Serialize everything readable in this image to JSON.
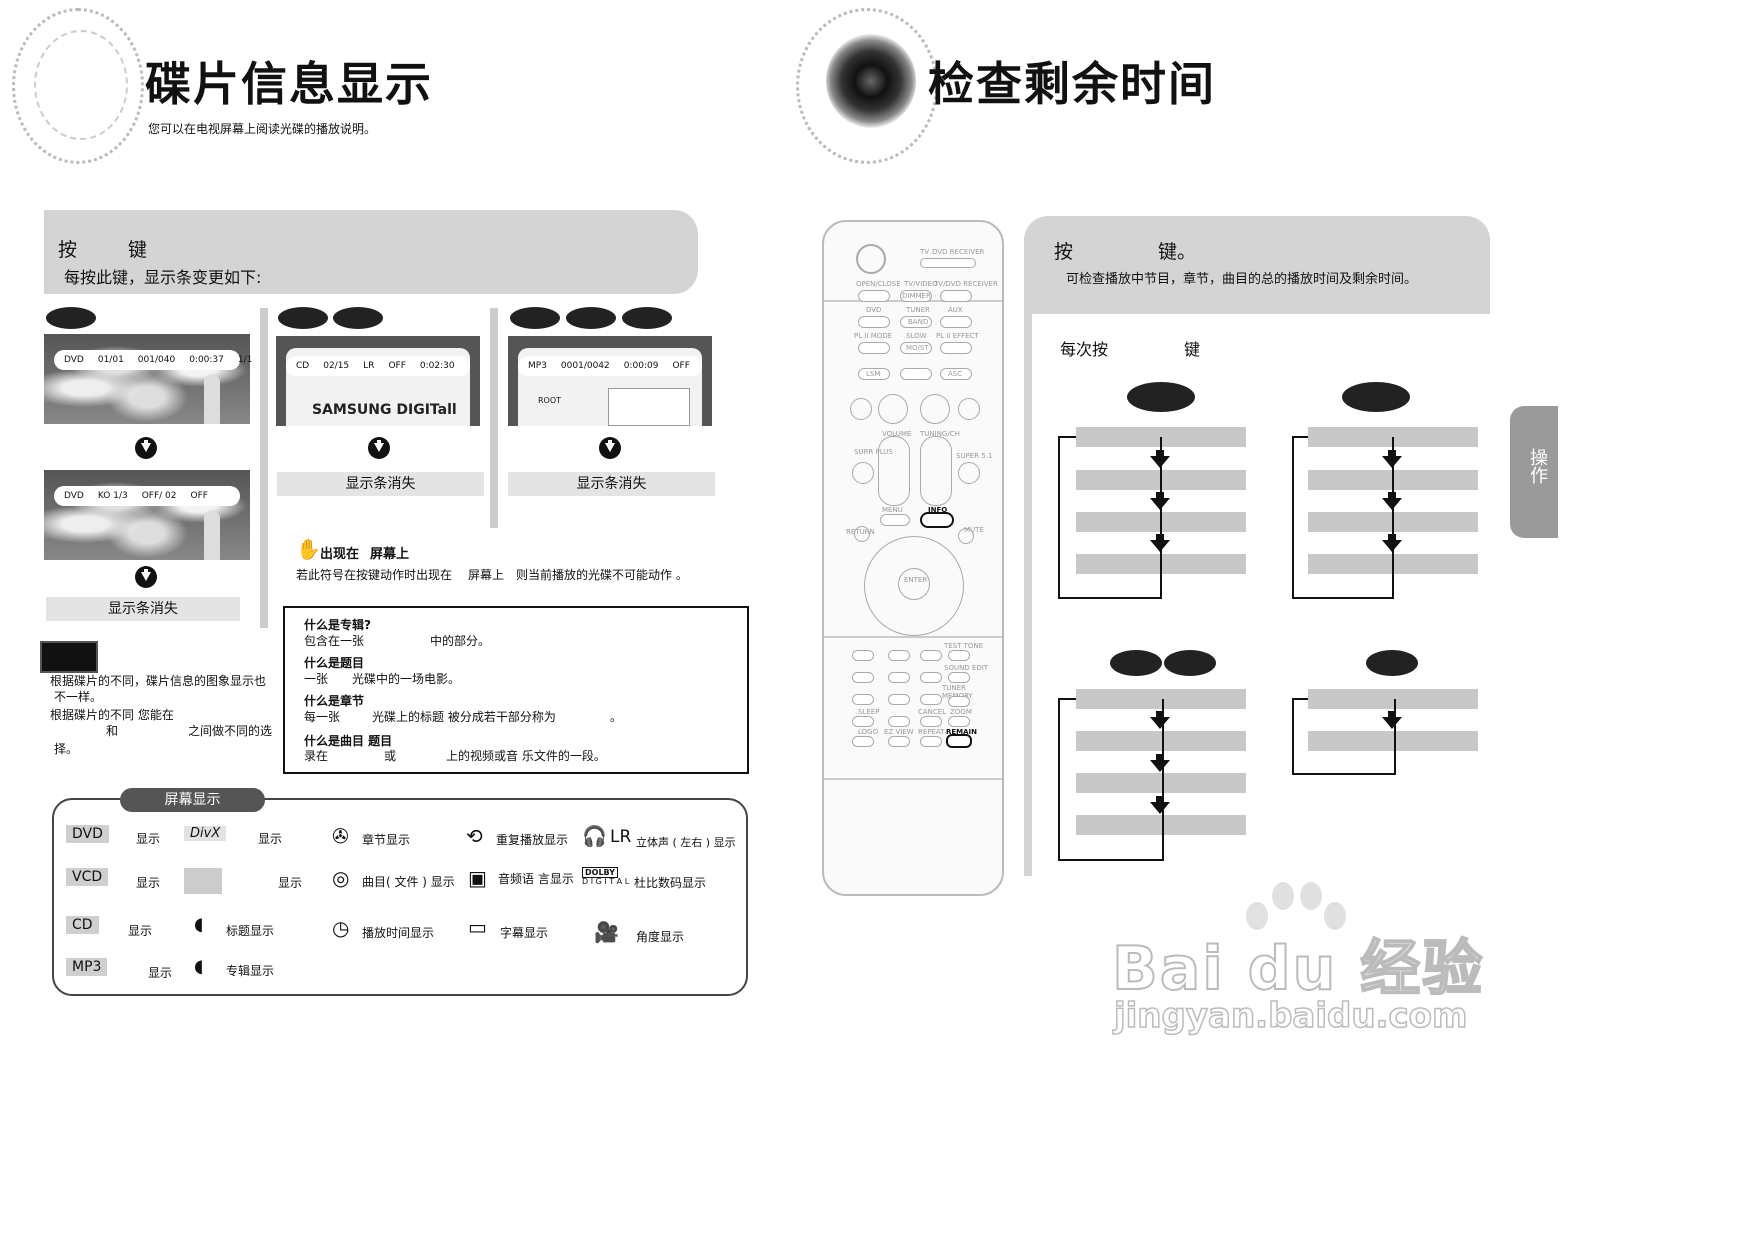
{
  "left_page": {
    "title": "碟片信息显示",
    "subtitle": "您可以在电视屏幕上阅读光碟的播放说明。",
    "instruction_bar": {
      "line1_a": "按",
      "line1_b": "键",
      "line2": "每按此键，显示条变更如下:"
    },
    "screens": {
      "dvd1_osd": [
        "DVD",
        "01/01",
        "001/040",
        "0:00:37",
        "1/1"
      ],
      "dvd2_osd": [
        "DVD",
        "KO 1/3",
        "OFF/ 02",
        "OFF"
      ],
      "cd_osd": [
        "CD",
        "02/15",
        "LR",
        "OFF",
        "0:02:30"
      ],
      "cd_logo": "SAMSUNG DIGITall",
      "mp3_osd": [
        "MP3",
        "0001/0042",
        "0:00:09",
        "OFF"
      ],
      "mp3_root": "ROOT"
    },
    "disappear_label": "显示条消失",
    "hand_note": {
      "title_a": "出现在",
      "title_b": "屏幕上",
      "body_a": "若此符号在按键动作时出现在",
      "body_b": "屏幕上",
      "body_c": "则当前播放的光碟不可能动作 。"
    },
    "side_note": {
      "line1": "根据碟片的不同，碟片信息的图象显示也",
      "line2": "不一样。",
      "line3": "根据碟片的不同 您能在",
      "line4_a": "和",
      "line4_b": "之间做不同的选",
      "line5": "择。"
    },
    "faq": [
      {
        "q": "什么是专辑?",
        "a_a": "包含在一张",
        "a_b": "中的部分。"
      },
      {
        "q": "什么是题目",
        "a_a": "一张",
        "a_b": "光碟中的一场电影。"
      },
      {
        "q": "什么是章节",
        "a_a": "每一张",
        "a_b": "光碟上的标题 被分成若干部分称为",
        "a_c": "。"
      },
      {
        "q": "什么是曲目  题目",
        "a_a": "录在",
        "a_b": "或",
        "a_c": "上的视频或音 乐文件的一段。"
      }
    ],
    "legend": {
      "title": "屏幕显示",
      "tags": [
        "DVD",
        "VCD",
        "CD",
        "MP3"
      ],
      "show": "显示",
      "divx": "DivX",
      "chapter": "章节显示",
      "repeat": "重复播放显示",
      "lr": "LR",
      "stereo": "立体声 ( 左右 ) 显示",
      "track": "曲目( 文件 ) 显示",
      "audio_lang": "音频语 言显示",
      "dolby": "DOLBY",
      "digital": "D I G I T A L",
      "dolby_label": "杜比数码显示",
      "title_show": "标题显示",
      "time_show": "播放时间显示",
      "subtitle_show": "字幕显示",
      "angle_show": "角度显示",
      "album_show": "专辑显示"
    }
  },
  "right_page": {
    "title": "检查剩余时间",
    "instruction_bar": {
      "line1_a": "按",
      "line1_b": "键。",
      "line2": "可检查播放中节目，章节，曲目的总的播放时间及剩余时间。"
    },
    "each_press_a": "每次按",
    "each_press_b": "键",
    "side_tab": "操作",
    "remote_labels": {
      "tv": "TV",
      "dvd_receiver": "DVD RECEIVER",
      "open_close": "OPEN/CLOSE",
      "tv_video": "TV/VIDEO",
      "dimmer": "DIMMER",
      "tv_dvd_receiver": "TV/DVD RECEIVER",
      "dvd": "DVD",
      "tuner": "TUNER",
      "band": "BAND",
      "aux": "AUX",
      "pl_mode": "PL II MODE",
      "slow": "SLOW",
      "mo_st": "MO/ST",
      "pl_effect": "PL II EFFECT",
      "lsm": "LSM",
      "asc": "ASC",
      "volume": "VOLUME",
      "tuning_ch": "TUNING/CH",
      "surr_plus": "SURR PLUS",
      "super51": "SUPER 5.1",
      "menu": "MENU",
      "info": "INFO",
      "return": "RETURN",
      "enter": "ENTER",
      "mute": "MUTE",
      "test_tone": "TEST TONE",
      "sound_edit": "SOUND EDIT",
      "tuner_memory": "TUNER MEMORY",
      "sleep": "SLEEP",
      "cancel": "CANCEL",
      "zoom": "ZOOM",
      "logo": "LOGO",
      "ez_view": "EZ VIEW",
      "repeat": "REPEAT",
      "remain": "REMAIN"
    }
  },
  "watermark": {
    "brand": "Bai du 经验",
    "url": "jingyan.baidu.com"
  }
}
